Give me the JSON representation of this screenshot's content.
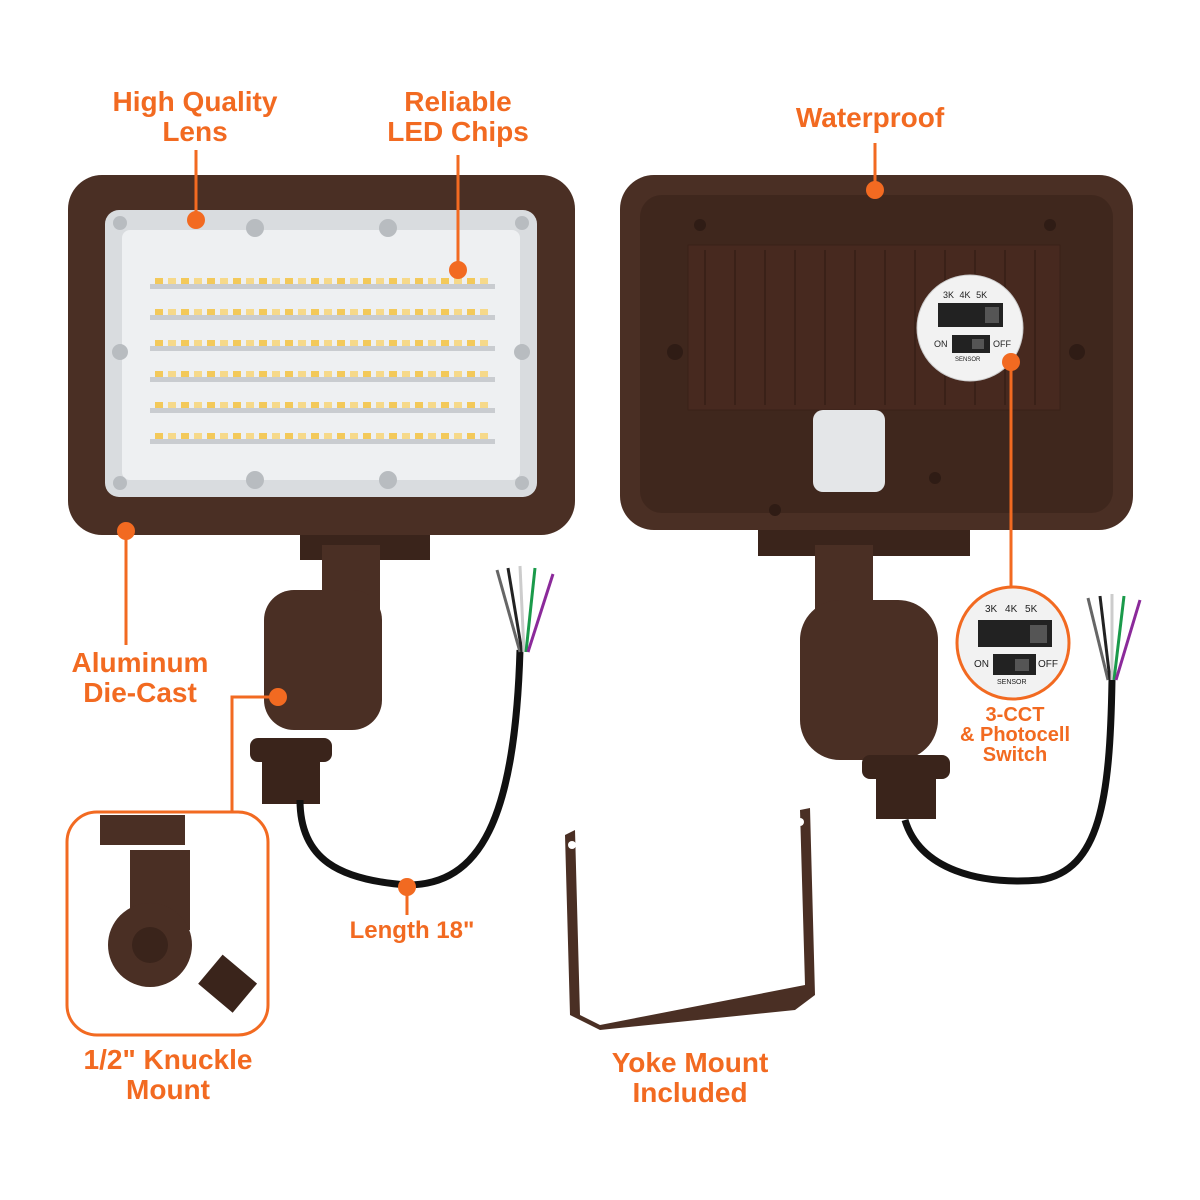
{
  "accent_color": "#F26A21",
  "housing_color": "#4a2f24",
  "callouts": {
    "lens": [
      "High Quality",
      "Lens"
    ],
    "chips": [
      "Reliable",
      "LED Chips"
    ],
    "waterproof": [
      "Waterproof"
    ],
    "die_cast": [
      "Aluminum",
      "Die-Cast"
    ],
    "knuckle": [
      "1/2\" Knuckle",
      "Mount"
    ],
    "length": [
      "Length 18\""
    ],
    "yoke": [
      "Yoke Mount",
      "Included"
    ],
    "switch": [
      "3-CCT",
      "& Photocell",
      "Switch"
    ]
  },
  "switch_panel": {
    "cct_options": [
      "3K",
      "4K",
      "5K"
    ],
    "on": "ON",
    "off": "OFF",
    "sensor": "SENSOR"
  }
}
